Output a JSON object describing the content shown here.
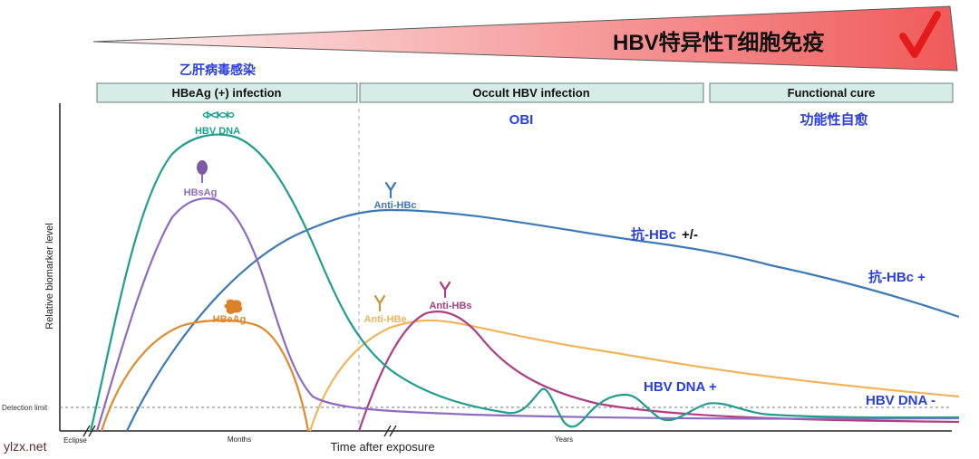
{
  "banner": {
    "title": "HBV特异性T细胞免疫",
    "checkmark_icon": "red-checkmark-icon",
    "gradient_colors": [
      "#fbe3e3",
      "#f26a6a"
    ]
  },
  "header_note": "乙肝病毒感染",
  "phases": [
    {
      "label": "HBeAg (+) infection"
    },
    {
      "label": "Occult HBV infection",
      "note": "OBI"
    },
    {
      "label": "Functional cure",
      "note": "功能性自愈"
    }
  ],
  "axes": {
    "ylabel": "Relative biomarker level",
    "xlabel": "Time after exposure",
    "tick_labels": [
      "Eclipse",
      "Months",
      "Years"
    ],
    "detection_limit": "Detection limit"
  },
  "curves": [
    {
      "name": "HBV DNA",
      "color": "#1f9e8e",
      "icon": "dna-helix-icon"
    },
    {
      "name": "HBsAg",
      "color": "#8e6bbf",
      "icon": "hbsag-lollipop-icon"
    },
    {
      "name": "HBeAg",
      "color": "#e08a2c",
      "icon": "hbeag-blob-icon"
    },
    {
      "name": "Anti-HBc",
      "color": "#3d7ab5",
      "icon": "antibody-icon"
    },
    {
      "name": "Anti-HBe",
      "color": "#f0b55a",
      "icon": "antibody-icon"
    },
    {
      "name": "Anti-HBs",
      "color": "#b03c84",
      "icon": "antibody-icon"
    }
  ],
  "annotations": {
    "anti_hbc_pm_prefix": "抗-HBc",
    "anti_hbc_pm_suffix": "+/-",
    "anti_hbc_plus": "抗-HBc +",
    "hbv_dna_plus": "HBV DNA +",
    "hbv_dna_minus": "HBV DNA -"
  },
  "watermark": "ylzx.net"
}
